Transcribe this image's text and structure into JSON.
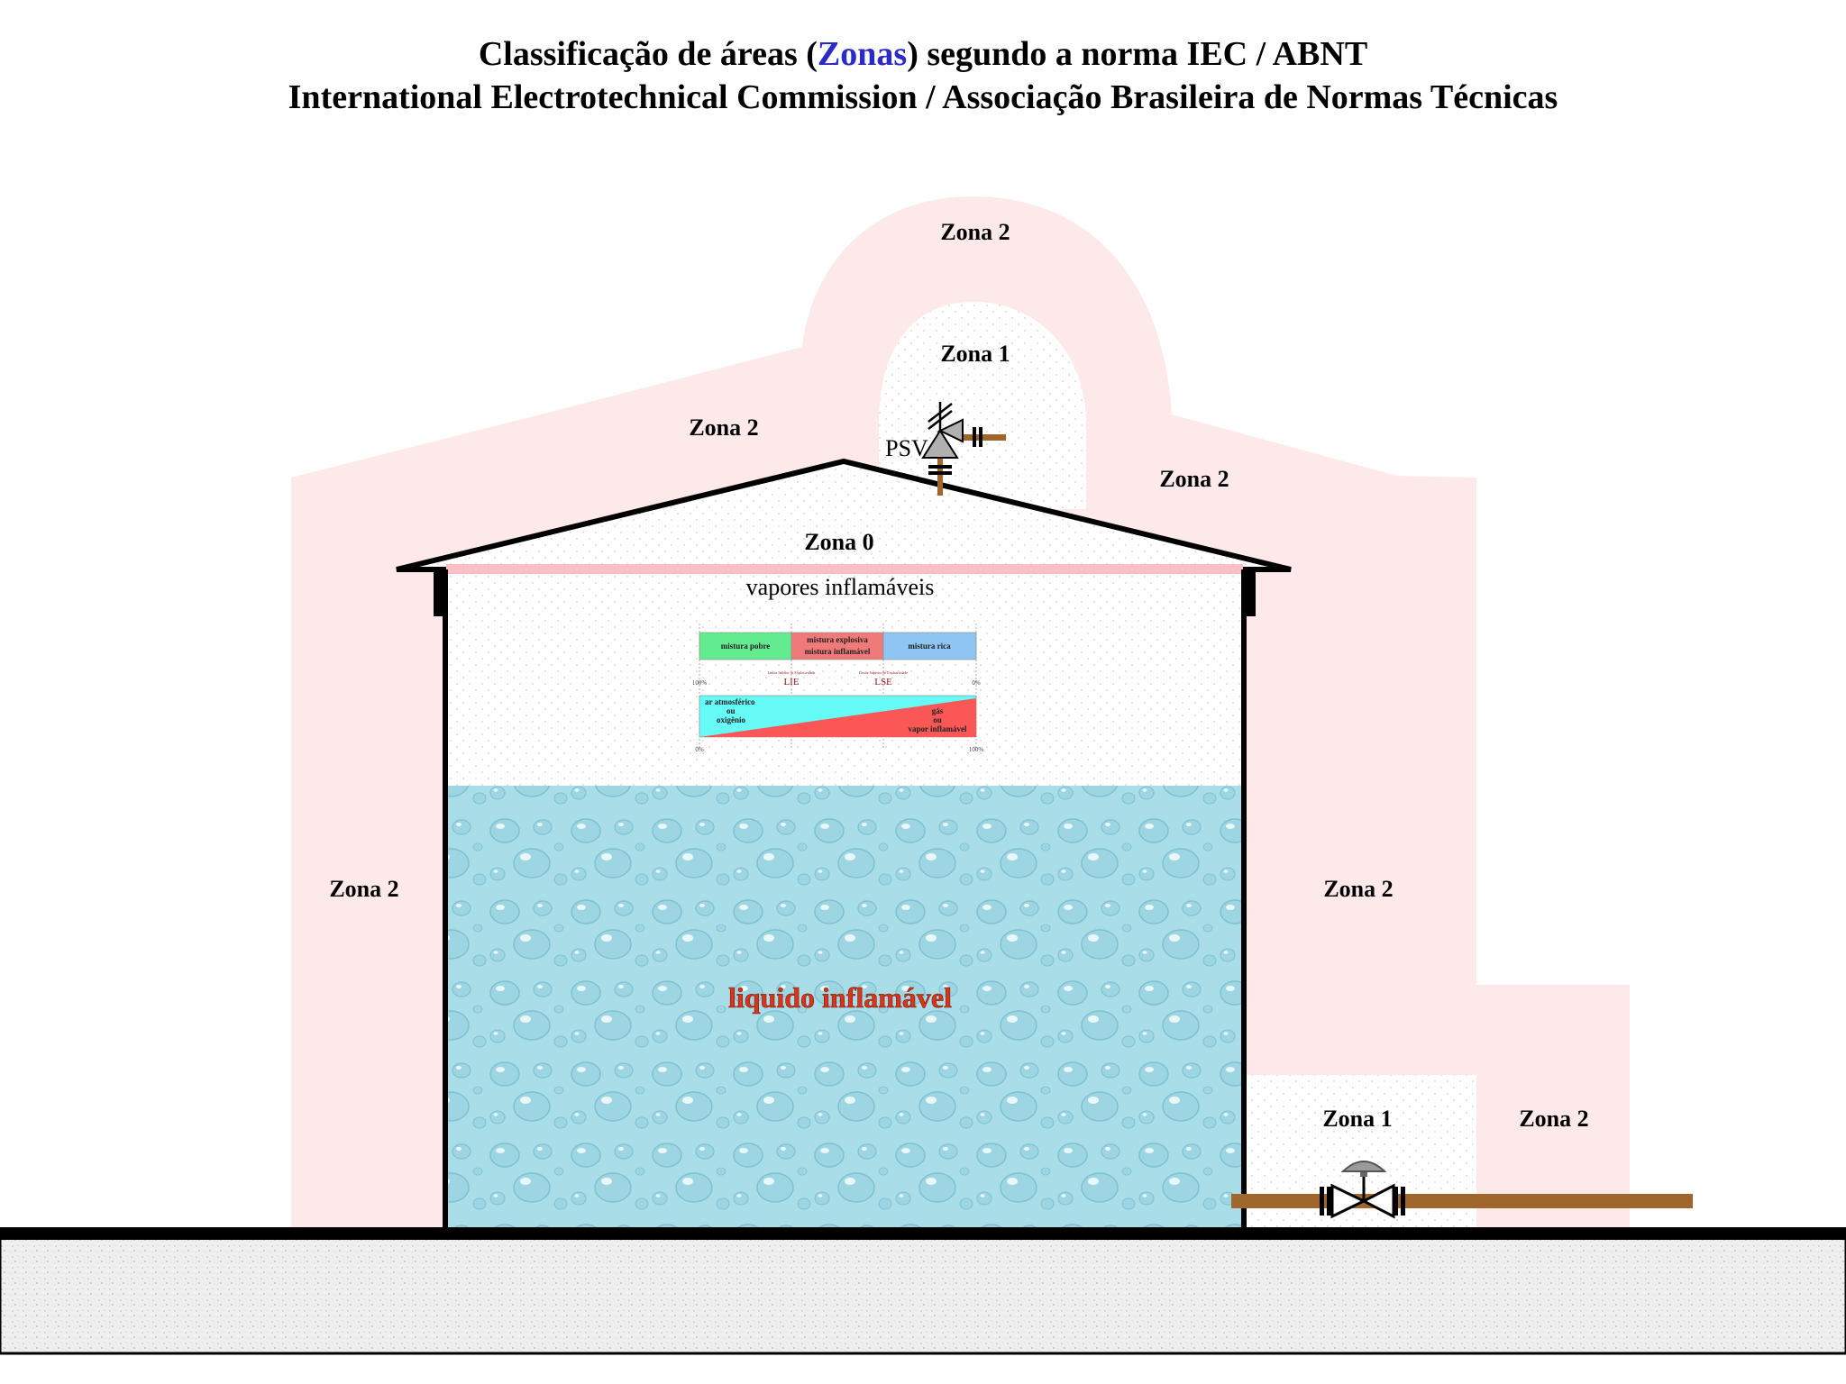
{
  "title": {
    "line1_part1": "Classificação de áreas (",
    "line1_accent": "Zonas",
    "line1_part2": ") segundo a norma IEC / ABNT",
    "line2": "International Electrotechnical Commission / Associação Brasileira de Normas Técnicas"
  },
  "zones": {
    "top_zone2": "Zona 2",
    "top_zone1": "Zona 1",
    "left_upper_zone2": "Zona 2",
    "right_upper_zone2": "Zona 2",
    "zone0": "Zona 0",
    "left_side_zone2": "Zona 2",
    "right_side_zone2": "Zona 2",
    "valve_zone1": "Zona 1",
    "far_right_zone2": "Zona 2"
  },
  "psv_label": "PSV",
  "vapors_label": "vapores inflamáveis",
  "liquid_label": "liquido inflamável",
  "mixture_chart": {
    "regions": [
      "mistura pobre",
      "mistura explosiva",
      "mistura inflamável",
      "mistura rica"
    ],
    "limits": [
      "LIE",
      "LSE"
    ],
    "limit_notes": [
      "Limite Inferior de Explosividade",
      "Limite Superior de Explosividade"
    ],
    "top_scale": [
      "100%",
      "0%"
    ],
    "bottom_scale": [
      "0%",
      "100%"
    ],
    "air_label": [
      "ar atmosférico",
      "ou",
      "oxigênio"
    ],
    "gas_label": [
      "gás",
      "ou",
      "vapor inflamável"
    ]
  },
  "colors": {
    "zone2": "#fde9ea",
    "zone1": "#ffffff",
    "tank_roof_line": "#ffbfc4",
    "liquid": "#a8dde7",
    "pipe": "#a0662c",
    "ground": "#ececec",
    "title_accent": "#2b2bc8",
    "liquid_text": "#d8351a"
  },
  "icons": [
    "psv-valve-icon",
    "gate-valve-icon"
  ]
}
